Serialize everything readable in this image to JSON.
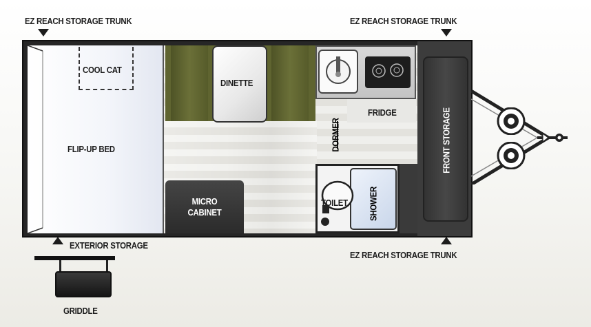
{
  "labels": {
    "ez_trunk_top_left": "EZ REACH STORAGE TRUNK",
    "ez_trunk_top_right": "EZ REACH STORAGE TRUNK",
    "ez_trunk_bottom_right": "EZ REACH STORAGE TRUNK",
    "cool_cat": "COOL CAT",
    "flip_up_bed": "FLIP-UP BED",
    "dinette": "DINETTE",
    "fridge": "FRIDGE",
    "dormer": "DORMER",
    "front_storage": "FRONT STORAGE",
    "micro": "MICRO",
    "cabinet": "CABINET",
    "toilet": "TOILET",
    "shower": "SHOWER",
    "exterior_storage": "EXTERIOR  STORAGE",
    "griddle": "GRIDDLE"
  },
  "colors": {
    "dinette_seat": "#5f6430",
    "walls": "#262626",
    "floor_light": "#f2f2ef",
    "floor_dark": "#e4e3de"
  }
}
